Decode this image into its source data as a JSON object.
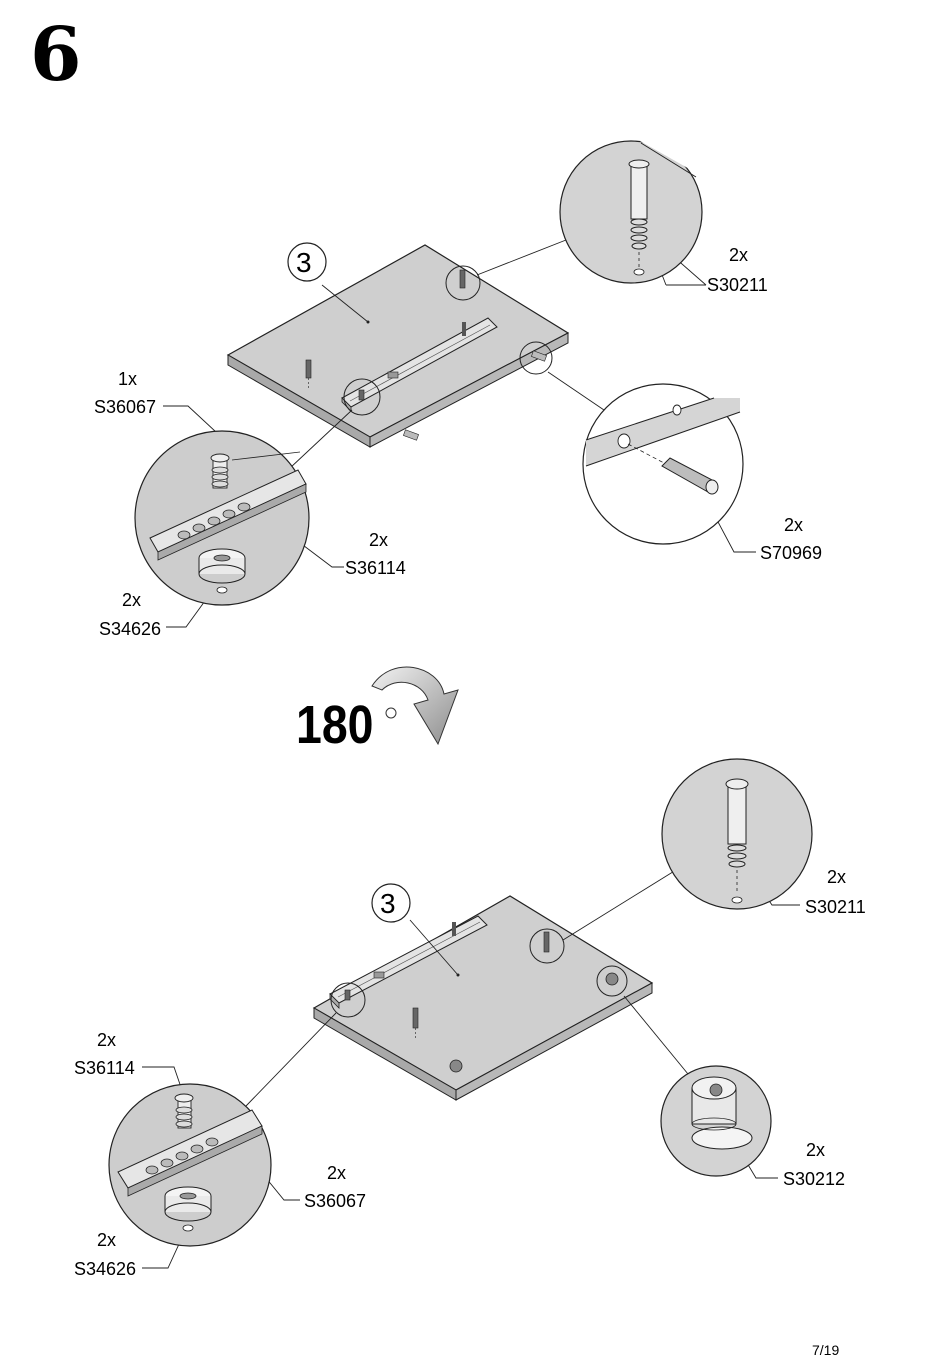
{
  "step": {
    "number": "6"
  },
  "rotation": {
    "label": "180"
  },
  "page": {
    "number": "7/19"
  },
  "top_assembly": {
    "panel_number": "3",
    "callouts": [
      {
        "qty": "2x",
        "part": "S30211"
      },
      {
        "qty": "1x",
        "part": "S36067"
      },
      {
        "qty": "2x",
        "part": "S36114"
      },
      {
        "qty": "2x",
        "part": "S34626"
      },
      {
        "qty": "2x",
        "part": "S70969"
      }
    ]
  },
  "bottom_assembly": {
    "panel_number": "3",
    "callouts": [
      {
        "qty": "2x",
        "part": "S30211"
      },
      {
        "qty": "2x",
        "part": "S36114"
      },
      {
        "qty": "2x",
        "part": "S36067"
      },
      {
        "qty": "2x",
        "part": "S34626"
      },
      {
        "qty": "2x",
        "part": "S30212"
      }
    ]
  }
}
